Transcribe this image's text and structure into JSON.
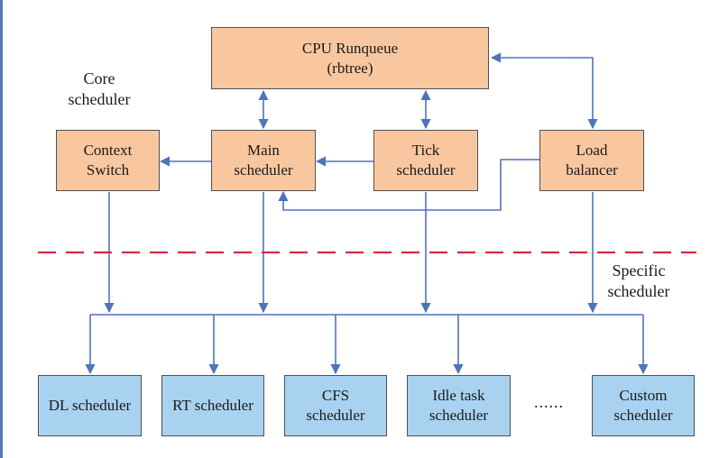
{
  "core_label": [
    "Core",
    "scheduler"
  ],
  "specific_label": [
    "Specific",
    "scheduler"
  ],
  "runqueue": [
    "CPU Runqueue",
    "(rbtree)"
  ],
  "core_boxes": {
    "context_switch": [
      "Context",
      "Switch"
    ],
    "main_scheduler": [
      "Main",
      "scheduler"
    ],
    "tick_scheduler": [
      "Tick",
      "scheduler"
    ],
    "load_balancer": [
      "Load",
      "balancer"
    ]
  },
  "specific_boxes": {
    "dl": [
      "DL scheduler"
    ],
    "rt": [
      "RT scheduler"
    ],
    "cfs": [
      "CFS",
      "scheduler"
    ],
    "idle": [
      "Idle task",
      "scheduler"
    ],
    "custom": [
      "Custom",
      "scheduler"
    ]
  },
  "ellipsis": "......",
  "colors": {
    "core_fill": "#f9c79f",
    "specific_fill": "#a9d2f0",
    "arrow": "#4f74b8",
    "divider": "#d9283b"
  }
}
